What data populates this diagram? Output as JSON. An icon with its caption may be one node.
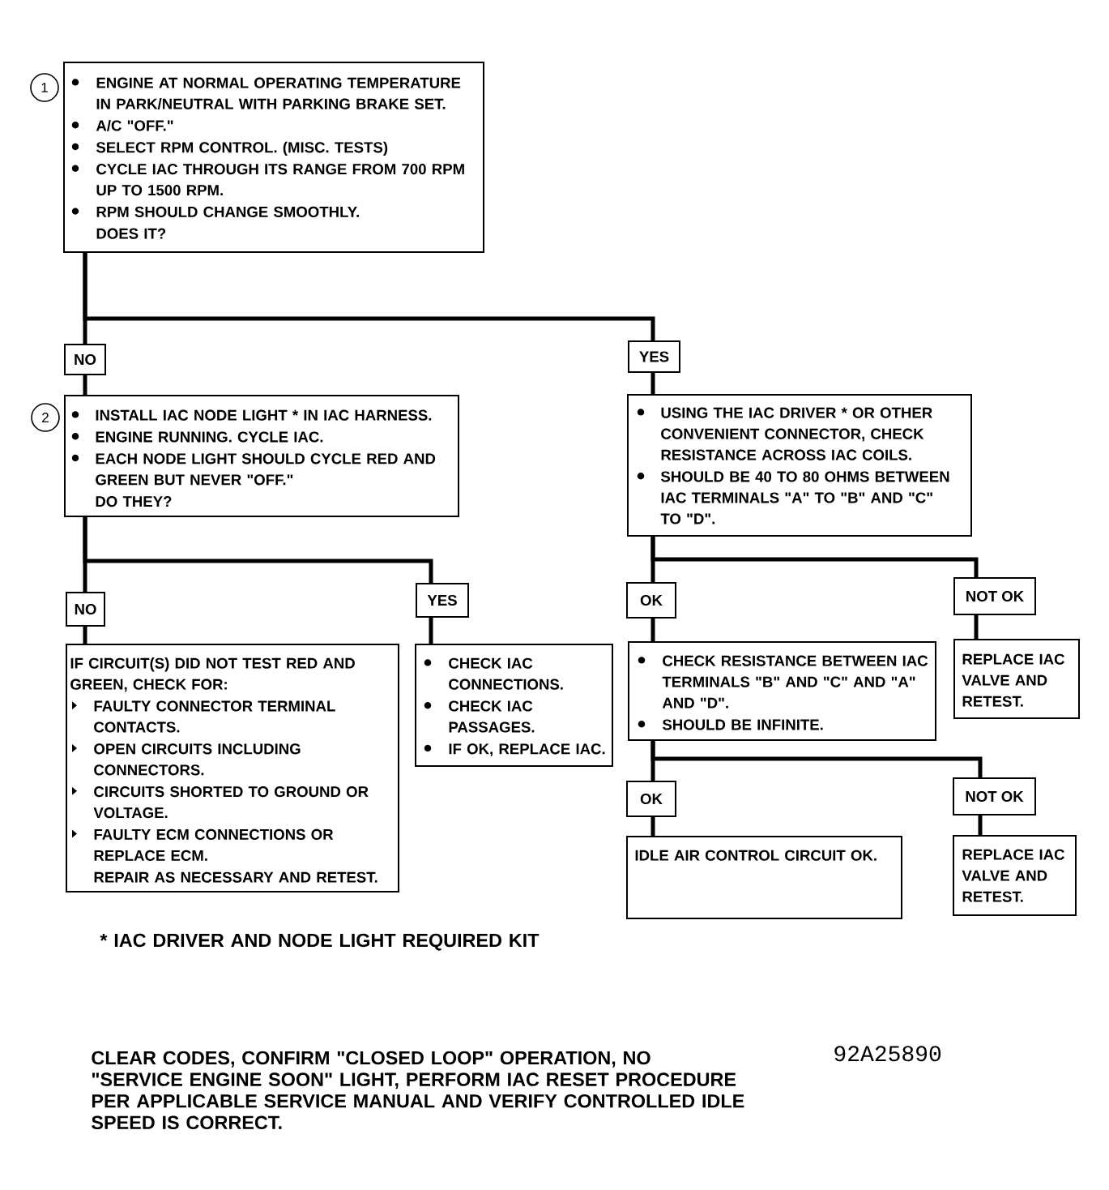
{
  "diagram": {
    "nodes": [
      {
        "text": [
          "1"
        ]
      },
      {
        "text": [
          "ENGINE AT NORMAL OPERATING TEMPERATURE IN PARK/NEUTRAL WITH PARKING BRAKE SET.",
          "A/C \"OFF.\"",
          "SELECT RPM CONTROL. (MISC. TESTS)",
          "CYCLE IAC THROUGH ITS RANGE FROM 700 RPM UP TO 1500 RPM.",
          "RPM SHOULD CHANGE SMOOTHLY.",
          "DOES IT?"
        ]
      },
      {
        "text": [
          "NO"
        ]
      },
      {
        "text": [
          "YES"
        ]
      },
      {
        "text": [
          "2"
        ]
      },
      {
        "text": [
          "INSTALL IAC NODE LIGHT * IN IAC HARNESS.",
          "ENGINE RUNNING. CYCLE IAC.",
          "EACH NODE LIGHT SHOULD CYCLE RED AND GREEN BUT NEVER \"OFF.\"",
          "DO THEY?"
        ]
      },
      {
        "text": [
          "USING THE IAC DRIVER * OR OTHER CONVENIENT CONNECTOR, CHECK RESISTANCE ACROSS IAC COILS.",
          "SHOULD BE 40 TO 80 OHMS BETWEEN IAC TERMINALS \"A\" TO \"B\" AND \"C\" TO \"D\"."
        ]
      },
      {
        "text": [
          "NO"
        ]
      },
      {
        "text": [
          "YES"
        ]
      },
      {
        "text": [
          "OK"
        ]
      },
      {
        "text": [
          "NOT OK"
        ]
      },
      {
        "text": [
          "IF CIRCUIT(S) DID NOT TEST RED AND GREEN, CHECK FOR:",
          "FAULTY CONNECTOR TERMINAL CONTACTS.",
          "OPEN CIRCUITS INCLUDING CONNECTORS.",
          "CIRCUITS SHORTED TO GROUND OR VOLTAGE.",
          "FAULTY ECM CONNECTIONS OR REPLACE ECM.",
          "REPAIR AS NECESSARY AND RETEST."
        ]
      },
      {
        "text": [
          "CHECK IAC CONNECTIONS.",
          "CHECK IAC PASSAGES.",
          "IF OK, REPLACE IAC."
        ]
      },
      {
        "text": [
          "CHECK RESISTANCE BETWEEN IAC TERMINALS \"B\" AND \"C\" AND \"A\" AND \"D\".",
          "SHOULD BE INFINITE."
        ]
      },
      {
        "text": [
          "REPLACE IAC VALVE AND RETEST."
        ]
      },
      {
        "text": [
          "OK"
        ]
      },
      {
        "text": [
          "NOT OK"
        ]
      },
      {
        "text": [
          "IDLE AIR CONTROL CIRCUIT OK."
        ]
      },
      {
        "text": [
          "REPLACE IAC VALVE AND RETEST."
        ]
      }
    ],
    "edges": [
      {
        "from": 1,
        "to": 2,
        "arrow": "none"
      },
      {
        "from": 1,
        "to": 3,
        "arrow": "none"
      },
      {
        "from": 2,
        "to": 5,
        "arrow": "none"
      },
      {
        "from": 3,
        "to": 6,
        "arrow": "none"
      },
      {
        "from": 5,
        "to": 7,
        "arrow": "none"
      },
      {
        "from": 5,
        "to": 8,
        "arrow": "none"
      },
      {
        "from": 7,
        "to": 11,
        "arrow": "none"
      },
      {
        "from": 8,
        "to": 12,
        "arrow": "none"
      },
      {
        "from": 6,
        "to": 9,
        "arrow": "none"
      },
      {
        "from": 6,
        "to": 10,
        "arrow": "none"
      },
      {
        "from": 9,
        "to": 13,
        "arrow": "none"
      },
      {
        "from": 10,
        "to": 14,
        "arrow": "none"
      },
      {
        "from": 13,
        "to": 15,
        "arrow": "none"
      },
      {
        "from": 13,
        "to": 16,
        "arrow": "none"
      },
      {
        "from": 15,
        "to": 17,
        "arrow": "none"
      },
      {
        "from": 16,
        "to": 18,
        "arrow": "none"
      }
    ],
    "labels": [
      "* IAC DRIVER AND NODE LIGHT REQUIRED KIT",
      "CLEAR CODES, CONFIRM \"CLOSED LOOP\" OPERATION, NO \"SERVICE ENGINE SOON\" LIGHT, PERFORM IAC RESET PROCEDURE PER APPLICABLE SERVICE MANUAL AND VERIFY CONTROLLED IDLE SPEED IS CORRECT.",
      "92A25890"
    ]
  }
}
